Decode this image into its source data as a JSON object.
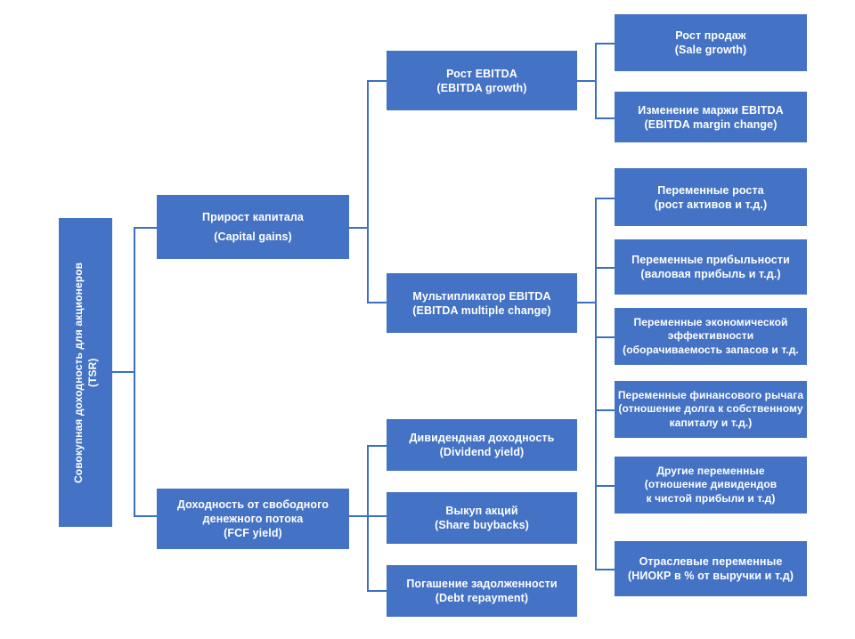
{
  "diagram": {
    "title": "TSR decomposition tree",
    "accent_color": "#4472C4",
    "line_color": "#3B6FC4",
    "background": "#FFFFFF"
  },
  "root": {
    "name": "tsr-root",
    "line1": "Совокупная доходность для акционеров",
    "line2": "(TSR)"
  },
  "level2": [
    {
      "name": "capital-gains",
      "line1": "Прирост капитала",
      "line2": "(Capital gains)"
    },
    {
      "name": "fcf-yield",
      "line1": "Доходность от свободного",
      "line2": "денежного потока",
      "line3": "(FCF yield)"
    }
  ],
  "level3": [
    {
      "name": "ebitda-growth",
      "line1": "Рост EBITDA",
      "line2": "(EBITDA growth)"
    },
    {
      "name": "ebitda-multiple",
      "line1": "Мультипликатор EBITDA",
      "line2": "(EBITDA multiple change)"
    },
    {
      "name": "dividend-yield",
      "line1": "Дивидендная доходность",
      "line2": "(Dividend yield)"
    },
    {
      "name": "share-buybacks",
      "line1": "Выкуп акций",
      "line2": "(Share buybacks)"
    },
    {
      "name": "debt-repayment",
      "line1": "Погашение задолженности",
      "line2": "(Debt repayment)"
    }
  ],
  "level4_ebitda_growth": [
    {
      "name": "sale-growth",
      "line1": "Рост продаж",
      "line2": "(Sale growth)"
    },
    {
      "name": "ebitda-margin-change",
      "line1": "Изменение маржи EBITDA",
      "line2": "(EBITDA margin change)"
    }
  ],
  "level4_ebitda_multiple": [
    {
      "name": "growth-variables",
      "line1": "Переменные роста",
      "line2": "(рост активов и т.д.)"
    },
    {
      "name": "profitability-variables",
      "line1": "Переменные прибыльности",
      "line2": "(валовая прибыль и т.д.)"
    },
    {
      "name": "efficiency-variables",
      "line1": "Переменные экономической",
      "line2": "эффективности",
      "line3": "(оборачиваемость запасов и т.д."
    },
    {
      "name": "leverage-variables",
      "line1": "Переменные финансового рычага",
      "line2": "(отношение долга к собственному",
      "line3": "капиталу и т.д.)"
    },
    {
      "name": "other-variables",
      "line1": "Другие переменные",
      "line2": "(отношение дивидендов",
      "line3": "к чистой прибыли и т.д)"
    },
    {
      "name": "industry-variables",
      "line1": "Отраслевые переменные",
      "line2": "(НИОКР в % от выручки и т.д)"
    }
  ]
}
